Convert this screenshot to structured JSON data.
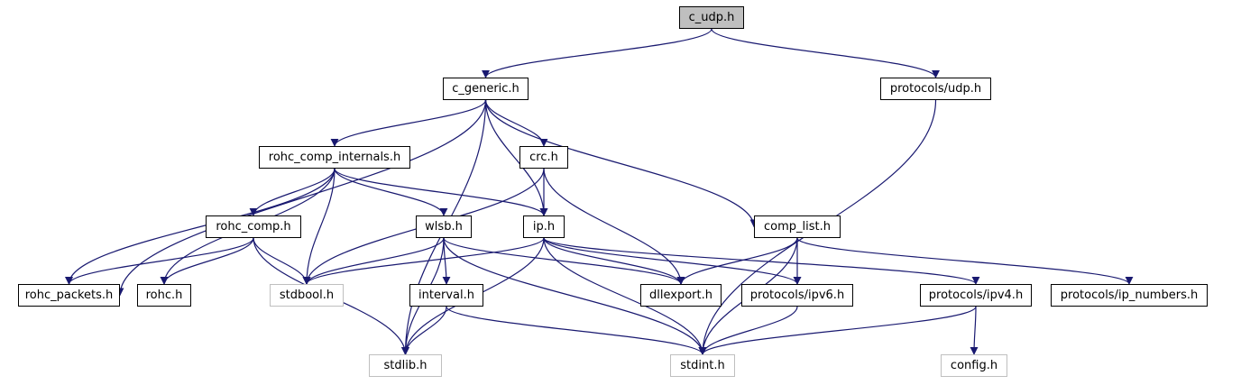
{
  "diagram": {
    "title": "c_udp.h include dependency graph",
    "colors": {
      "edge": "#191970",
      "node_border": "#000000",
      "external_border": "#bfbfbf",
      "root_fill": "#bfbfbf",
      "node_fill": "#ffffff"
    },
    "nodes": [
      {
        "id": "c_udp",
        "label": "c_udp.h",
        "kind": "root"
      },
      {
        "id": "c_generic",
        "label": "c_generic.h",
        "kind": "documented"
      },
      {
        "id": "udp",
        "label": "protocols/udp.h",
        "kind": "documented"
      },
      {
        "id": "rohc_comp_internals",
        "label": "rohc_comp_internals.h",
        "kind": "documented"
      },
      {
        "id": "crc",
        "label": "crc.h",
        "kind": "documented"
      },
      {
        "id": "rohc_comp",
        "label": "rohc_comp.h",
        "kind": "documented"
      },
      {
        "id": "wlsb",
        "label": "wlsb.h",
        "kind": "documented"
      },
      {
        "id": "ip",
        "label": "ip.h",
        "kind": "documented"
      },
      {
        "id": "comp_list",
        "label": "comp_list.h",
        "kind": "documented"
      },
      {
        "id": "rohc_packets",
        "label": "rohc_packets.h",
        "kind": "documented"
      },
      {
        "id": "rohc",
        "label": "rohc.h",
        "kind": "documented"
      },
      {
        "id": "stdbool",
        "label": "stdbool.h",
        "kind": "external"
      },
      {
        "id": "interval",
        "label": "interval.h",
        "kind": "documented"
      },
      {
        "id": "dllexport",
        "label": "dllexport.h",
        "kind": "documented"
      },
      {
        "id": "ipv6",
        "label": "protocols/ipv6.h",
        "kind": "documented"
      },
      {
        "id": "ipv4",
        "label": "protocols/ipv4.h",
        "kind": "documented"
      },
      {
        "id": "ip_numbers",
        "label": "protocols/ip_numbers.h",
        "kind": "documented"
      },
      {
        "id": "stdlib",
        "label": "stdlib.h",
        "kind": "external"
      },
      {
        "id": "stdint",
        "label": "stdint.h",
        "kind": "external"
      },
      {
        "id": "config",
        "label": "config.h",
        "kind": "external"
      }
    ],
    "edges": [
      {
        "from": "c_udp",
        "to": "c_generic"
      },
      {
        "from": "c_udp",
        "to": "udp"
      },
      {
        "from": "c_generic",
        "to": "rohc_comp_internals"
      },
      {
        "from": "c_generic",
        "to": "crc"
      },
      {
        "from": "c_generic",
        "to": "ip"
      },
      {
        "from": "c_generic",
        "to": "comp_list"
      },
      {
        "from": "c_generic",
        "to": "rohc_packets"
      },
      {
        "from": "c_generic",
        "to": "stdlib"
      },
      {
        "from": "udp",
        "to": "stdint"
      },
      {
        "from": "rohc_comp_internals",
        "to": "rohc_comp"
      },
      {
        "from": "rohc_comp_internals",
        "to": "wlsb"
      },
      {
        "from": "rohc_comp_internals",
        "to": "ip"
      },
      {
        "from": "rohc_comp_internals",
        "to": "stdbool"
      },
      {
        "from": "rohc_comp_internals",
        "to": "rohc_packets"
      },
      {
        "from": "rohc_comp_internals",
        "to": "rohc"
      },
      {
        "from": "crc",
        "to": "ip"
      },
      {
        "from": "crc",
        "to": "dllexport"
      },
      {
        "from": "crc",
        "to": "stdbool"
      },
      {
        "from": "rohc_comp",
        "to": "rohc_packets"
      },
      {
        "from": "rohc_comp",
        "to": "rohc"
      },
      {
        "from": "rohc_comp",
        "to": "stdbool"
      },
      {
        "from": "rohc_comp",
        "to": "stdlib"
      },
      {
        "from": "wlsb",
        "to": "interval"
      },
      {
        "from": "wlsb",
        "to": "stdbool"
      },
      {
        "from": "wlsb",
        "to": "stdlib"
      },
      {
        "from": "wlsb",
        "to": "dllexport"
      },
      {
        "from": "wlsb",
        "to": "stdint"
      },
      {
        "from": "ip",
        "to": "stdbool"
      },
      {
        "from": "ip",
        "to": "stdlib"
      },
      {
        "from": "ip",
        "to": "stdint"
      },
      {
        "from": "ip",
        "to": "dllexport"
      },
      {
        "from": "ip",
        "to": "ipv6"
      },
      {
        "from": "ip",
        "to": "ipv4"
      },
      {
        "from": "comp_list",
        "to": "dllexport"
      },
      {
        "from": "comp_list",
        "to": "ipv6"
      },
      {
        "from": "comp_list",
        "to": "ip_numbers"
      },
      {
        "from": "comp_list",
        "to": "stdint"
      },
      {
        "from": "interval",
        "to": "stdlib"
      },
      {
        "from": "interval",
        "to": "stdint"
      },
      {
        "from": "ipv6",
        "to": "stdint"
      },
      {
        "from": "ipv4",
        "to": "stdint"
      },
      {
        "from": "ipv4",
        "to": "config"
      }
    ]
  }
}
